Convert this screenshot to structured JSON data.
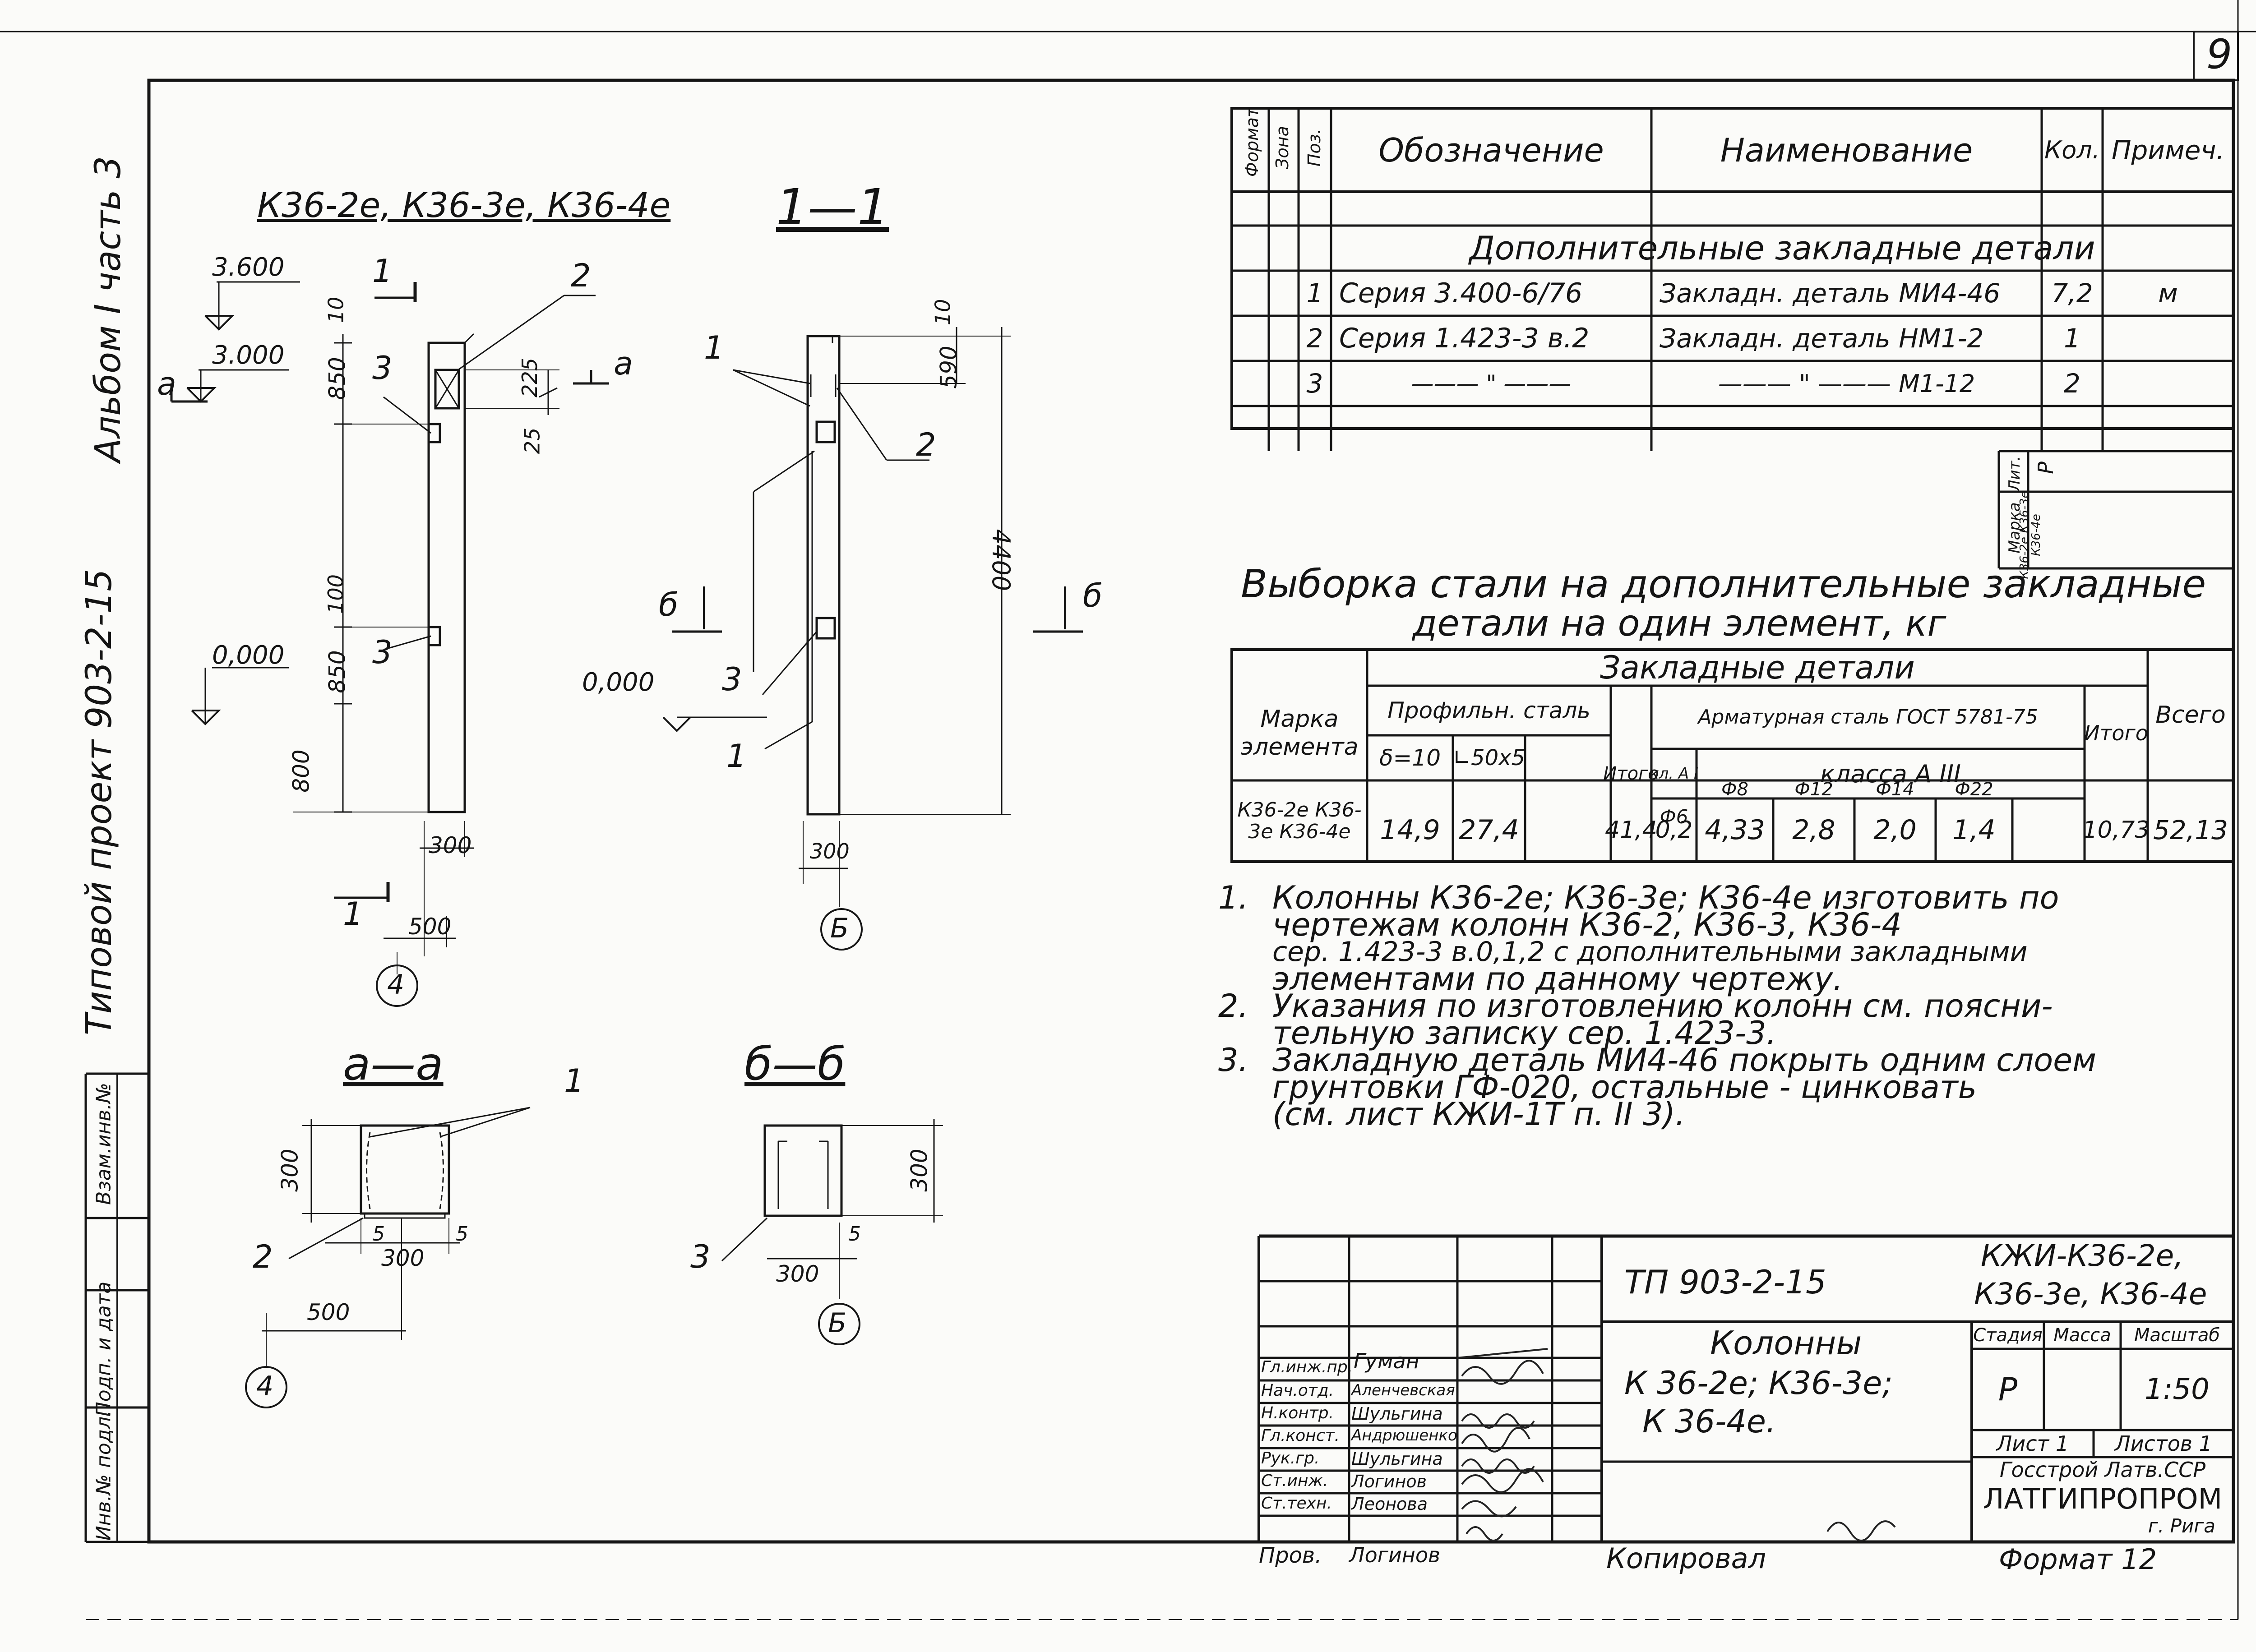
{
  "sheet_number": "9",
  "side_labels": {
    "album": "Альбом I часть 3",
    "project": "Типовой проект 903-2-15",
    "stamp_inv_zam": "Взам.инв.№",
    "stamp_sign_date": "Подп. и дата",
    "stamp_inv_podl": "Инв.№ подл."
  },
  "views": {
    "column_title": "К36-2е, К36-3е, К36-4е",
    "section_1_1": "1—1",
    "section_a_a": "а—а",
    "section_b_b": "б—б",
    "elev_3600": "3.600",
    "elev_3000": "3.000",
    "elev_0000_a": "0,000",
    "elev_0000_b": "0,000",
    "dim_10_a": "10",
    "dim_850_a": "850",
    "dim_225": "225",
    "dim_25": "25",
    "dim_100": "100",
    "dim_850_b": "850",
    "dim_800": "800",
    "dim_300_a": "300",
    "dim_500_a": "500",
    "dim_10_b": "10",
    "dim_590": "590",
    "dim_4400": "4400",
    "dim_300_b": "300",
    "dim_300_c": "300",
    "dim_5_a": "5",
    "dim_300_d": "300",
    "dim_5_b": "5",
    "dim_500_b": "500",
    "dim_300_e": "300",
    "dim_300_f": "300",
    "dim_5_c": "5",
    "mark_1": "1",
    "mark_2": "2",
    "mark_3": "3",
    "mark_a": "а",
    "mark_b": "б",
    "axis_4": "4",
    "axis_b": "Б"
  },
  "spec_table": {
    "headers": [
      "Формат",
      "Зона",
      "Поз.",
      "Обозначение",
      "Наименование",
      "Кол.",
      "Примеч."
    ],
    "section_title": "Дополнительные закладные детали",
    "rows": [
      {
        "pos": "1",
        "designation": "Серия 3.400-6/76",
        "name": "Закладн. деталь МИ4-46",
        "qty": "7,2",
        "note": "м"
      },
      {
        "pos": "2",
        "designation": "Серия 1.423-3 в.2",
        "name": "Закладн. деталь НМ1-2",
        "qty": "1",
        "note": ""
      },
      {
        "pos": "3",
        "designation": "——— \" ———",
        "name": "——— \" ——— М1-12",
        "qty": "2",
        "note": ""
      }
    ],
    "marka_label": "Марка",
    "lit_label": "Лит.",
    "marka_values": "К36-2е К36-3е К36-4е",
    "lit_value": "Р"
  },
  "steel_table": {
    "title_line1": "Выборка стали на дополнительные закладные",
    "title_line2": "детали на один элемент, кг",
    "h_marka": "Марка элемента",
    "h_zaklad": "Закладные детали",
    "h_profil": "Профильн. сталь",
    "h_armatur": "Арматурная сталь ГОСТ 5781-75",
    "h_kl_a1": "кл. А I",
    "h_klassa_a3": "класса А III",
    "h_itogo1": "Итого",
    "h_itogo2": "Итого",
    "h_vsego": "Всего",
    "sub": [
      "δ=10",
      "∟50x5",
      "",
      "Ф6",
      "Ф8",
      "Ф12",
      "Ф14",
      "Ф22"
    ],
    "row_marks": "К36-2е К36-3е К36-4е",
    "values": [
      "14,9",
      "27,4",
      "",
      "41,4",
      "0,2",
      "4,33",
      "2,8",
      "2,0",
      "1,4",
      "10,73",
      "52,13"
    ]
  },
  "notes": [
    {
      "num": "1.",
      "lines": [
        "Колонны К36-2е; К36-3е; К36-4е изготовить по",
        "чертежам колонн К36-2, К36-3, К36-4",
        "сер. 1.423-3 в.0,1,2 с дополнительными закладными",
        "элементами по данному чертежу."
      ]
    },
    {
      "num": "2.",
      "lines": [
        "Указания по изготовлению колонн см. поясни-",
        "тельную записку сер. 1.423-3."
      ]
    },
    {
      "num": "3.",
      "lines": [
        "Закладную деталь МИ4-46 покрыть одним слоем",
        "грунтовки ГФ-020, остальные - цинковать",
        "(см. лист КЖИ-1Т п. II 3)."
      ]
    }
  ],
  "title_block": {
    "project_code": "ТП 903-2-15",
    "drawing_code_1": "КЖИ-К36-2е,",
    "drawing_code_2": "К36-3е, К36-4е",
    "name_1": "Колонны",
    "name_2": "К 36-2е; К36-3е;",
    "name_3": "К 36-4е.",
    "stage_label": "Стадия",
    "mass_label": "Масса",
    "scale_label": "Масштаб",
    "stage": "Р",
    "scale": "1:50",
    "sheet_label": "Лист 1",
    "sheets_label": "Листов 1",
    "org_1": "Госстрой Латв.ССР",
    "org_2": "ЛАТГИПРОПРОМ",
    "org_3": "г. Рига",
    "signers": [
      {
        "role": "Гл.инж.пр.",
        "name": "Гуман"
      },
      {
        "role": "Нач.отд.",
        "name": "Аленчевская"
      },
      {
        "role": "Н.контр.",
        "name": "Шульгина"
      },
      {
        "role": "Гл.конст.",
        "name": "Андрюшенко"
      },
      {
        "role": "Рук.гр.",
        "name": "Шульгина"
      },
      {
        "role": "Ст.инж.",
        "name": "Логинов"
      },
      {
        "role": "Ст.техн.",
        "name": "Леонова"
      }
    ],
    "checked": "Пров.",
    "checked_name": "Логинов",
    "copied": "Копировал",
    "format": "Формат 12"
  }
}
